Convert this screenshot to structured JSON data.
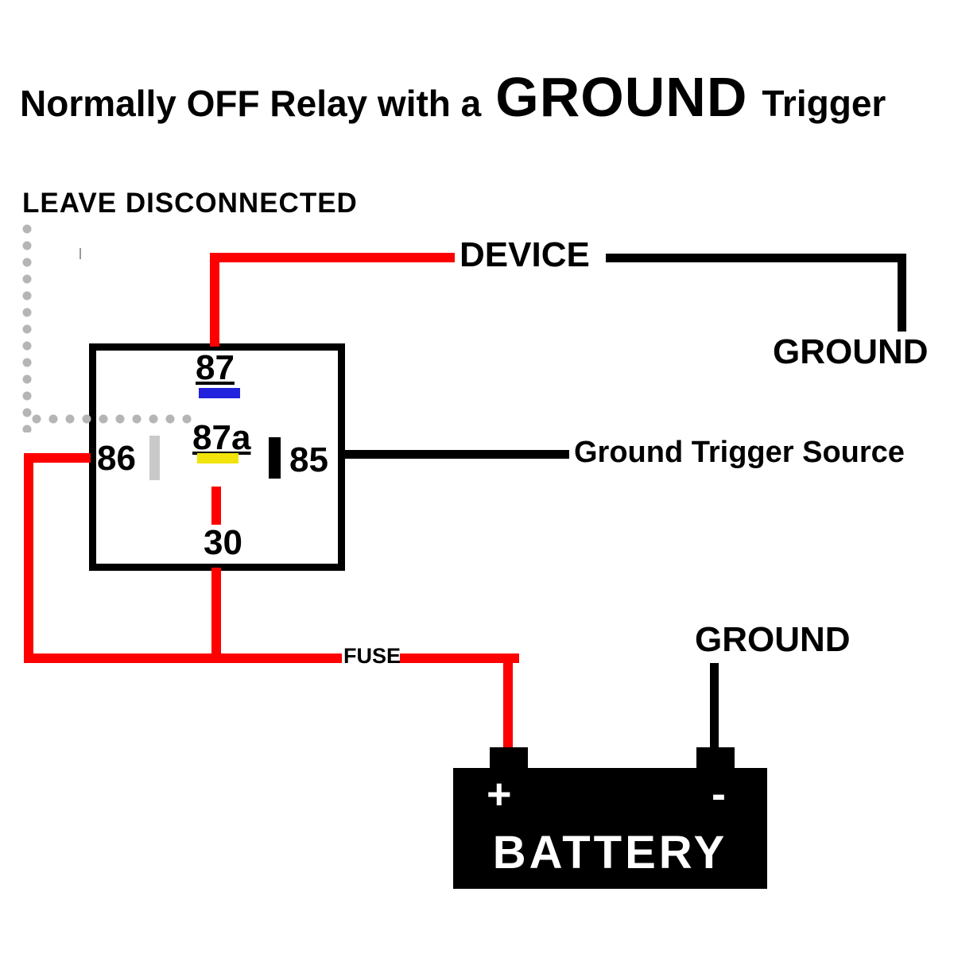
{
  "title": {
    "part1": "Normally OFF Relay with a",
    "part2": "GROUND",
    "part3": "Trigger"
  },
  "labels": {
    "leave_disconnected": "LEAVE DISCONNECTED",
    "device": "DEVICE",
    "ground_top": "GROUND",
    "ground_trigger_source": "Ground Trigger Source",
    "fuse": "FUSE",
    "ground_battery": "GROUND"
  },
  "relay": {
    "pin_87": "87",
    "pin_87a": "87a",
    "pin_86": "86",
    "pin_85": "85",
    "pin_30": "30"
  },
  "battery": {
    "label": "BATTERY",
    "positive": "+",
    "negative": "-"
  },
  "colors": {
    "wire_power": "#ff0000",
    "wire_ground": "#000000",
    "dotted_line": "#b5b5b5",
    "terminal_87_bar": "#2222dd",
    "terminal_87a_bar": "#f0e40a",
    "terminal_86_bar": "#c9c9c9",
    "terminal_85_bar": "#000000"
  }
}
